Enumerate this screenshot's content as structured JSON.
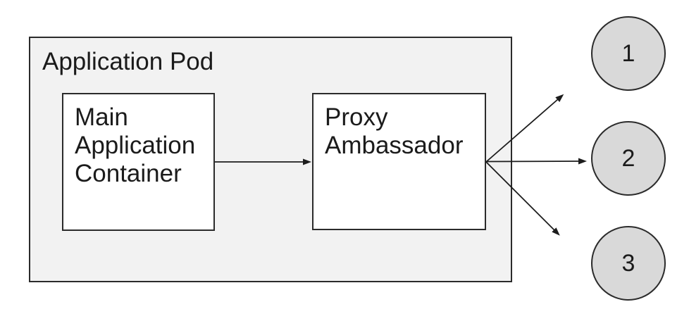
{
  "diagram": {
    "pod": {
      "label": "Application Pod"
    },
    "nodes": [
      {
        "id": "main-application-container",
        "label": "Main Application Container"
      },
      {
        "id": "proxy-ambassador",
        "label": "Proxy Ambassador"
      }
    ],
    "endpoints": [
      {
        "label": "1"
      },
      {
        "label": "2"
      },
      {
        "label": "3"
      }
    ],
    "connections": [
      {
        "from": "main-application-container",
        "to": "proxy-ambassador"
      },
      {
        "from": "proxy-ambassador",
        "to": "endpoint-1"
      },
      {
        "from": "proxy-ambassador",
        "to": "endpoint-2"
      },
      {
        "from": "proxy-ambassador",
        "to": "endpoint-3"
      }
    ],
    "colors": {
      "pod_fill": "#f2f2f2",
      "node_fill": "#ffffff",
      "endpoint_fill": "#d9d9d9",
      "stroke": "#2b2b2b",
      "arrow": "#1c1c1c"
    }
  }
}
